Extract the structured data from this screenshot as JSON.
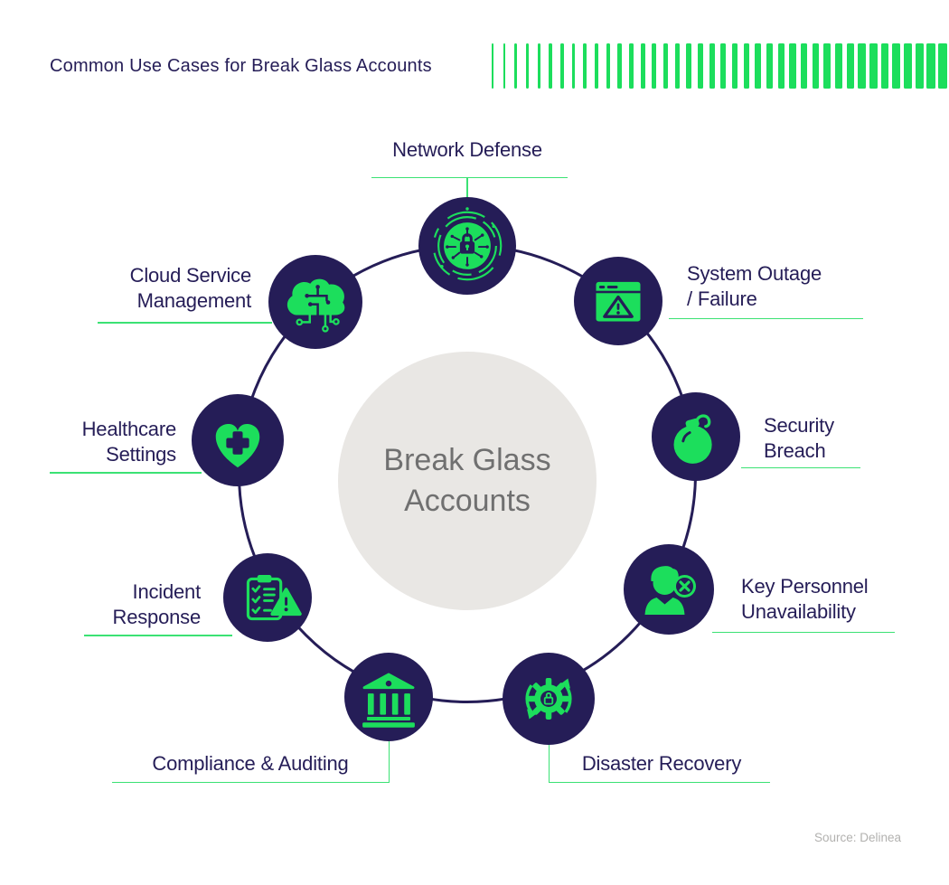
{
  "title": "Common Use Cases for Break Glass Accounts",
  "header": {
    "bar_count": 40
  },
  "center": {
    "lines": [
      "Break Glass",
      "Accounts"
    ]
  },
  "source": "Source: Delinea",
  "colors": {
    "navy": "#251D57",
    "green": "#1CDE5C",
    "line_green": "#3BE274",
    "gray_circle": "#E9E7E4",
    "center_text": "#707070",
    "source_text": "#B2B1AF"
  },
  "items": [
    {
      "id": "network-defense",
      "icon": "lock-circuit-shield-icon",
      "label": "Network Defense",
      "lines": [
        "Network Defense"
      ]
    },
    {
      "id": "system-outage",
      "icon": "browser-warning-icon",
      "label": "System Outage / Failure",
      "lines": [
        "System Outage",
        "/ Failure"
      ]
    },
    {
      "id": "security-breach",
      "icon": "bomb-icon",
      "label": "Security Breach",
      "lines": [
        "Security",
        "Breach"
      ]
    },
    {
      "id": "key-personnel",
      "icon": "person-x-icon",
      "label": "Key Personnel Unavailability",
      "lines": [
        "Key Personnel",
        "Unavailability"
      ]
    },
    {
      "id": "disaster-recovery",
      "icon": "gear-lock-refresh-icon",
      "label": "Disaster Recovery",
      "lines": [
        "Disaster Recovery"
      ]
    },
    {
      "id": "compliance-auditing",
      "icon": "bank-building-icon",
      "label": "Compliance & Auditing",
      "lines": [
        "Compliance & Auditing"
      ]
    },
    {
      "id": "incident-response",
      "icon": "clipboard-warning-icon",
      "label": "Incident Response",
      "lines": [
        "Incident",
        "Response"
      ]
    },
    {
      "id": "healthcare-settings",
      "icon": "heart-cross-icon",
      "label": "Healthcare Settings",
      "lines": [
        "Healthcare",
        "Settings"
      ]
    },
    {
      "id": "cloud-service",
      "icon": "cloud-circuit-icon",
      "label": "Cloud Service Management",
      "lines": [
        "Cloud Service",
        "Management"
      ]
    }
  ]
}
